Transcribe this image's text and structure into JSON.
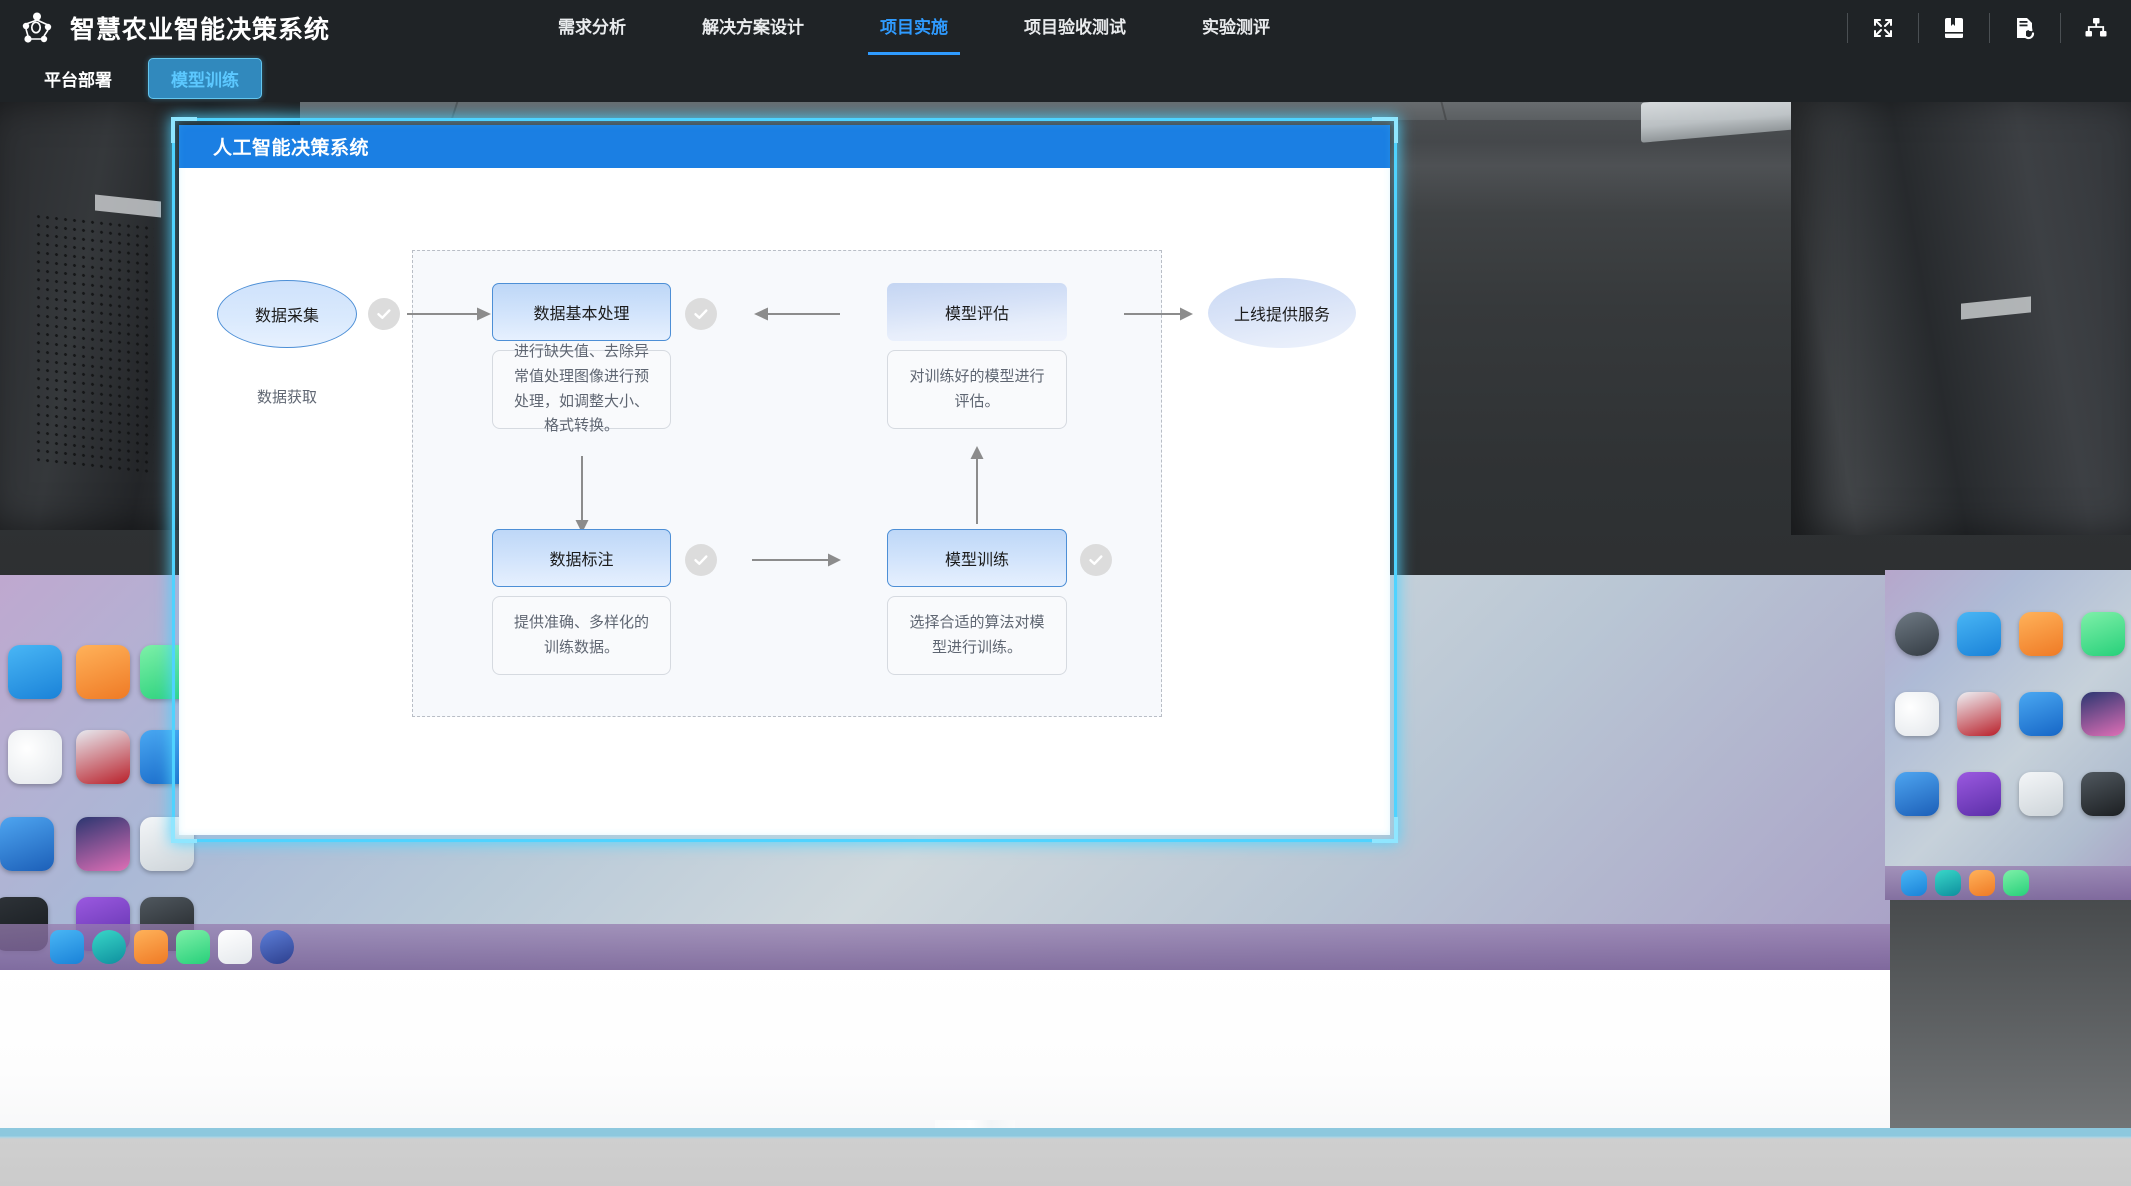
{
  "header": {
    "brand_title": "智慧农业智能决策系统",
    "logo_icon": "network-nodes-icon",
    "nav": [
      {
        "label": "需求分析",
        "active": false
      },
      {
        "label": "解决方案设计",
        "active": false
      },
      {
        "label": "项目实施",
        "active": true
      },
      {
        "label": "项目验收测试",
        "active": false
      },
      {
        "label": "实验测评",
        "active": false
      }
    ],
    "tools": [
      {
        "name": "fullscreen-icon"
      },
      {
        "name": "book-icon"
      },
      {
        "name": "document-refresh-icon"
      },
      {
        "name": "sitemap-icon"
      }
    ],
    "accent_color": "#2f9bff",
    "bar_color": "#1f2326"
  },
  "subbar": {
    "tabs": [
      {
        "label": "平台部署",
        "active": false
      },
      {
        "label": "模型训练",
        "active": true
      }
    ],
    "active_bg": "#3189bd",
    "active_text": "#5cc8ff"
  },
  "panel": {
    "title": "人工智能决策系统",
    "title_bg": "#1b7fe3",
    "glow_color": "#4fd3ff"
  },
  "flow": {
    "start_node": {
      "label": "数据采集",
      "caption": "数据获取"
    },
    "end_node": {
      "label": "上线提供服务"
    },
    "steps": [
      {
        "id": "data-basic-processing",
        "label": "数据基本处理",
        "description": "进行缺失值、去除异常值处理图像进行预处理，如调整大小、格式转换。",
        "checked": true
      },
      {
        "id": "data-annotation",
        "label": "数据标注",
        "description": "提供准确、多样化的训练数据。",
        "checked": true
      },
      {
        "id": "model-training",
        "label": "模型训练",
        "description": "选择合适的算法对模型进行训练。",
        "checked": true
      },
      {
        "id": "model-evaluation",
        "label": "模型评估",
        "description": "对训练好的模型进行评估。",
        "checked": false
      }
    ],
    "check_icon": "check-circle-icon",
    "node_border_color": "#4d8fd6",
    "arrow_color": "#8c8c8c"
  },
  "background": {
    "scene": "server-room-photo-with-desktop-monitor"
  }
}
